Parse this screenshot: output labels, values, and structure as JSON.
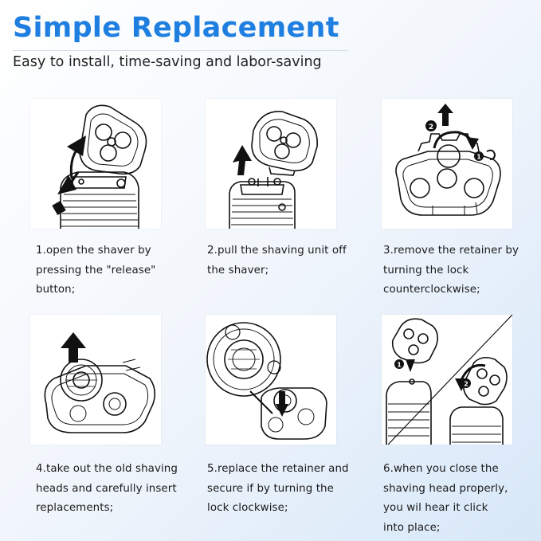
{
  "header": {
    "title": "Simple Replacement",
    "subtitle": "Easy to install, time-saving and labor-saving"
  },
  "steps": [
    {
      "lines": [
        "1.open the shaver by",
        "pressing the \"release\"",
        "button;"
      ]
    },
    {
      "lines": [
        "2.pull the shaving unit off",
        "the shaver;"
      ]
    },
    {
      "lines": [
        "3.remove the retainer by",
        "turning the lock",
        "counterclockwise;"
      ]
    },
    {
      "lines": [
        "4.take out the old shaving",
        "heads and carefully insert",
        "replacements;"
      ]
    },
    {
      "lines": [
        "5.replace the retainer and",
        "secure if by turning the",
        "lock clockwise;"
      ]
    },
    {
      "lines": [
        "6.when you close the",
        "shaving head properly,",
        "you wil hear it click",
        "into place;"
      ]
    }
  ],
  "badges": {
    "step3": [
      "1",
      "2"
    ],
    "step6": [
      "1",
      "2"
    ]
  },
  "colors": {
    "title": "#1e7fe0",
    "text": "#1a1a1a",
    "line_art": "#111111"
  }
}
